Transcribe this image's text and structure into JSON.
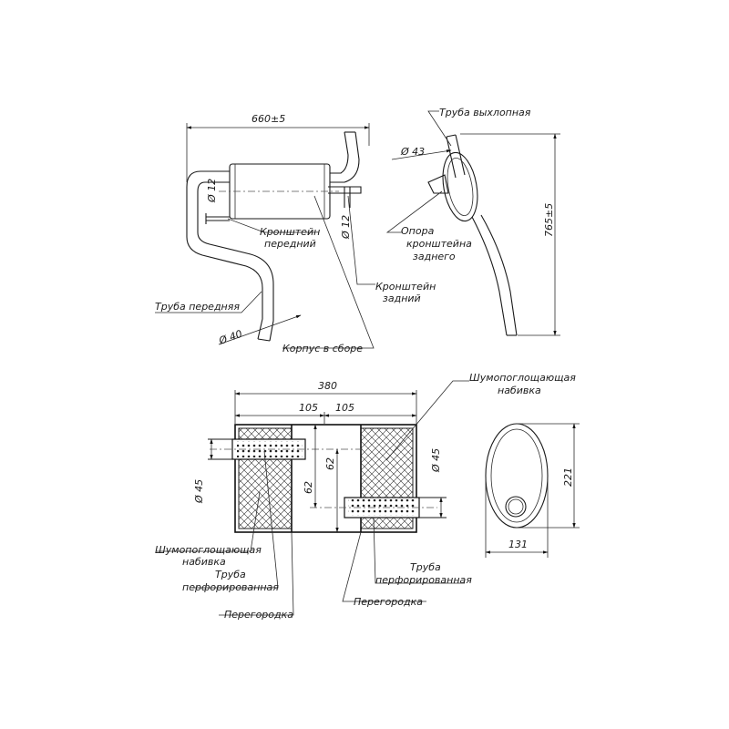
{
  "top_view": {
    "dim_length": "660±5",
    "dia_12_upper": "Ø 12",
    "dia_12_lower": "Ø 12",
    "dia_40": "Ø 40",
    "label_front_bracket_1": "Кронштейн",
    "label_front_bracket_2": "передний",
    "label_rear_bracket_1": "Кронштейн",
    "label_rear_bracket_2": "задний",
    "label_front_pipe": "Труба передняя",
    "label_body": "Корпус в сборе"
  },
  "side_view": {
    "label_exhaust_pipe": "Труба выхлопная",
    "dia_43": "Ø 43",
    "dim_height": "765±5",
    "label_support_1": "Опора",
    "label_support_2": "кронштейна",
    "label_support_3": "заднего"
  },
  "section_view": {
    "dim_total": "380",
    "dim_left": "105",
    "dim_right": "105",
    "dim_62_left": "62",
    "dim_62_right": "62",
    "dia_45_left": "Ø 45",
    "dia_45_right": "Ø 45",
    "label_absorb_top_1": "Шумопоглощающая",
    "label_absorb_top_2": "набивка",
    "label_absorb_bottom_1": "Шумопоглощающая",
    "label_absorb_bottom_2": "набивка",
    "label_perf_left_1": "Труба",
    "label_perf_left_2": "перфорированная",
    "label_perf_right_1": "Труба",
    "label_perf_right_2": "перфорированная",
    "label_baffle_right": "Перегородка",
    "label_baffle_left": "Перегородка"
  },
  "end_view": {
    "dim_height": "221",
    "dim_width": "131"
  }
}
